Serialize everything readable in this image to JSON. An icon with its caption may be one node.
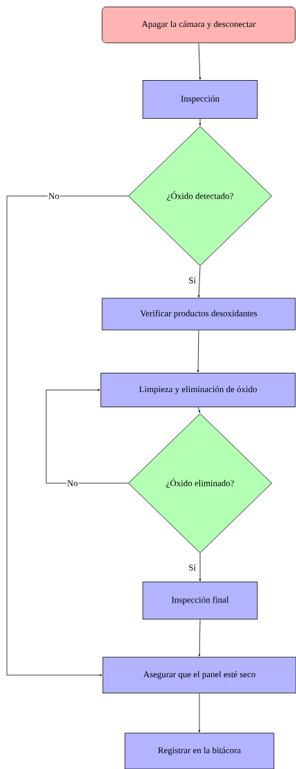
{
  "diagram": {
    "nodes": [
      {
        "text": [
          "Apagar la cámara y desconectar"
        ]
      },
      {
        "text": [
          "Inspección"
        ]
      },
      {
        "text": [
          "¿Óxido detectado?"
        ]
      },
      {
        "text": [
          "Verificar productos desoxidantes"
        ]
      },
      {
        "text": [
          "Limpieza y eliminación de óxido"
        ]
      },
      {
        "text": [
          "¿Óxido eliminado?"
        ]
      },
      {
        "text": [
          "Inspección final"
        ]
      },
      {
        "text": [
          "Asegurar que el panel esté seco"
        ]
      },
      {
        "text": [
          "Registrar en la bitácora"
        ]
      }
    ],
    "edges": [
      {
        "from": 0,
        "to": 1,
        "arrow": "to"
      },
      {
        "from": 1,
        "to": 2,
        "arrow": "to"
      },
      {
        "from": 2,
        "to": 3,
        "arrow": "to",
        "label": "Sí"
      },
      {
        "from": 3,
        "to": 4,
        "arrow": "to"
      },
      {
        "from": 4,
        "to": 5,
        "arrow": "to"
      },
      {
        "from": 5,
        "to": 6,
        "arrow": "to",
        "label": "Sí"
      },
      {
        "from": 6,
        "to": 7,
        "arrow": "to"
      },
      {
        "from": 7,
        "to": 8,
        "arrow": "to"
      },
      {
        "from": 2,
        "to": 7,
        "arrow": "to",
        "label": "No"
      },
      {
        "from": 5,
        "to": 4,
        "arrow": "to",
        "label": "No"
      }
    ]
  }
}
